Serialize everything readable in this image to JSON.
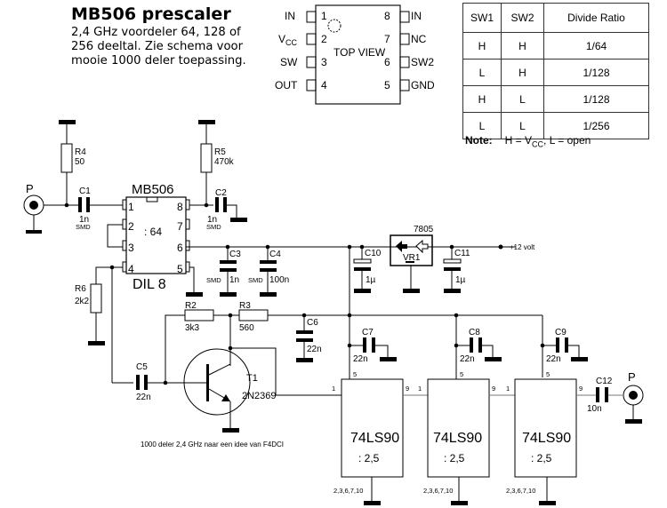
{
  "header": {
    "title": "MB506 prescaler",
    "description_lines": [
      "2,4 GHz voordeler 64, 128 of",
      "256 deeltal.  Zie schema voor",
      "mooie 1000 deler toepassing."
    ]
  },
  "pinout": {
    "view_label": "TOP VIEW",
    "left_pins": [
      {
        "num": "1",
        "name": "IN"
      },
      {
        "num": "2",
        "name": "VCC",
        "name_main": "V",
        "name_sub": "CC"
      },
      {
        "num": "3",
        "name": "SW"
      },
      {
        "num": "4",
        "name": "OUT"
      }
    ],
    "right_pins": [
      {
        "num": "8",
        "name": "IN"
      },
      {
        "num": "7",
        "name": "NC"
      },
      {
        "num": "6",
        "name": "SW2"
      },
      {
        "num": "5",
        "name": "GND"
      }
    ]
  },
  "divide_table": {
    "headers": [
      "SW1",
      "SW2",
      "Divide Ratio"
    ],
    "rows": [
      [
        "H",
        "H",
        "1/64"
      ],
      [
        "L",
        "H",
        "1/128"
      ],
      [
        "H",
        "L",
        "1/128"
      ],
      [
        "L",
        "L",
        "1/256"
      ]
    ],
    "note_label": "Note:",
    "note_text_a": "H = V",
    "note_sub": "CC",
    "note_text_b": ", L = open"
  },
  "schematic": {
    "ic_mb506": {
      "name": "MB506",
      "package": "DIL 8",
      "ratio": ": 64",
      "pins_left": [
        "1",
        "2",
        "3",
        "4"
      ],
      "pins_right": [
        "8",
        "7",
        "6",
        "5"
      ]
    },
    "connectors": [
      {
        "ref": "P"
      },
      {
        "ref": "P"
      }
    ],
    "resistors": [
      {
        "ref": "R4",
        "value": "50"
      },
      {
        "ref": "R5",
        "value": "470k"
      },
      {
        "ref": "R6",
        "value": "2k2"
      },
      {
        "ref": "R2",
        "value": "3k3"
      },
      {
        "ref": "R3",
        "value": "560"
      }
    ],
    "capacitors": [
      {
        "ref": "C1",
        "value": "1n",
        "note": "SMD"
      },
      {
        "ref": "C2",
        "value": "1n",
        "note": "SMD"
      },
      {
        "ref": "C3",
        "value": "1n",
        "note": "SMD"
      },
      {
        "ref": "C4",
        "value": "100n",
        "note": "SMD"
      },
      {
        "ref": "C5",
        "value": "22n"
      },
      {
        "ref": "C6",
        "value": "22n"
      },
      {
        "ref": "C7",
        "value": "22n"
      },
      {
        "ref": "C8",
        "value": "22n"
      },
      {
        "ref": "C9",
        "value": "22n"
      },
      {
        "ref": "C10",
        "value": "1µ"
      },
      {
        "ref": "C11",
        "value": "1µ"
      },
      {
        "ref": "C12",
        "value": "10n"
      }
    ],
    "regulator": {
      "part": "7805",
      "ref": "VR1"
    },
    "supply_label": "+12 volt",
    "transistor": {
      "ref": "T1",
      "part": "2N2369"
    },
    "dividers": [
      {
        "part": "74LS90",
        "ratio": ": 2,5",
        "pin_in": "1",
        "pin_out": "9",
        "pin_vcc": "5",
        "pins_gnd": "2,3,6,7,10"
      },
      {
        "part": "74LS90",
        "ratio": ": 2,5",
        "pin_in": "1",
        "pin_out": "9",
        "pin_vcc": "5",
        "pins_gnd": "2,3,6,7,10"
      },
      {
        "part": "74LS90",
        "ratio": ": 2,5",
        "pin_in": "1",
        "pin_out": "9",
        "pin_vcc": "5",
        "pins_gnd": "2,3,6,7,10"
      }
    ],
    "credit": "1000 deler 2,4 GHz naar een idee van F4DCI"
  }
}
